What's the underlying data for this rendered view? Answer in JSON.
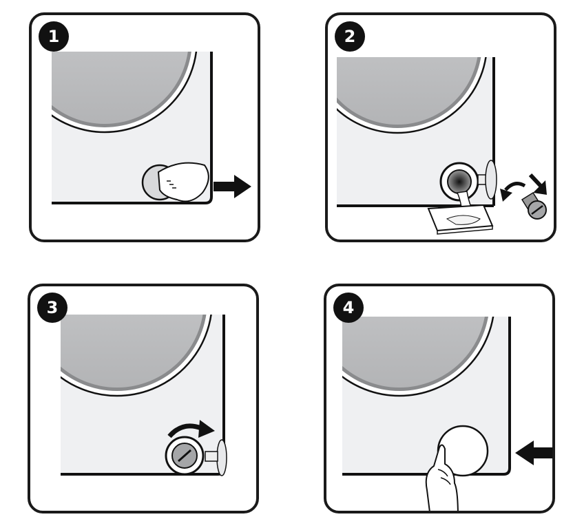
{
  "steps": [
    {
      "number": "1",
      "action": "open-filter-cover"
    },
    {
      "number": "2",
      "action": "unscrew-filter-drain-water"
    },
    {
      "number": "3",
      "action": "screw-filter-back"
    },
    {
      "number": "4",
      "action": "close-filter-cover"
    }
  ],
  "colors": {
    "outline": "#1a1a1a",
    "panel": "#eff0f2",
    "door": "#c4c5c7",
    "rim": "#8a8b8d"
  }
}
